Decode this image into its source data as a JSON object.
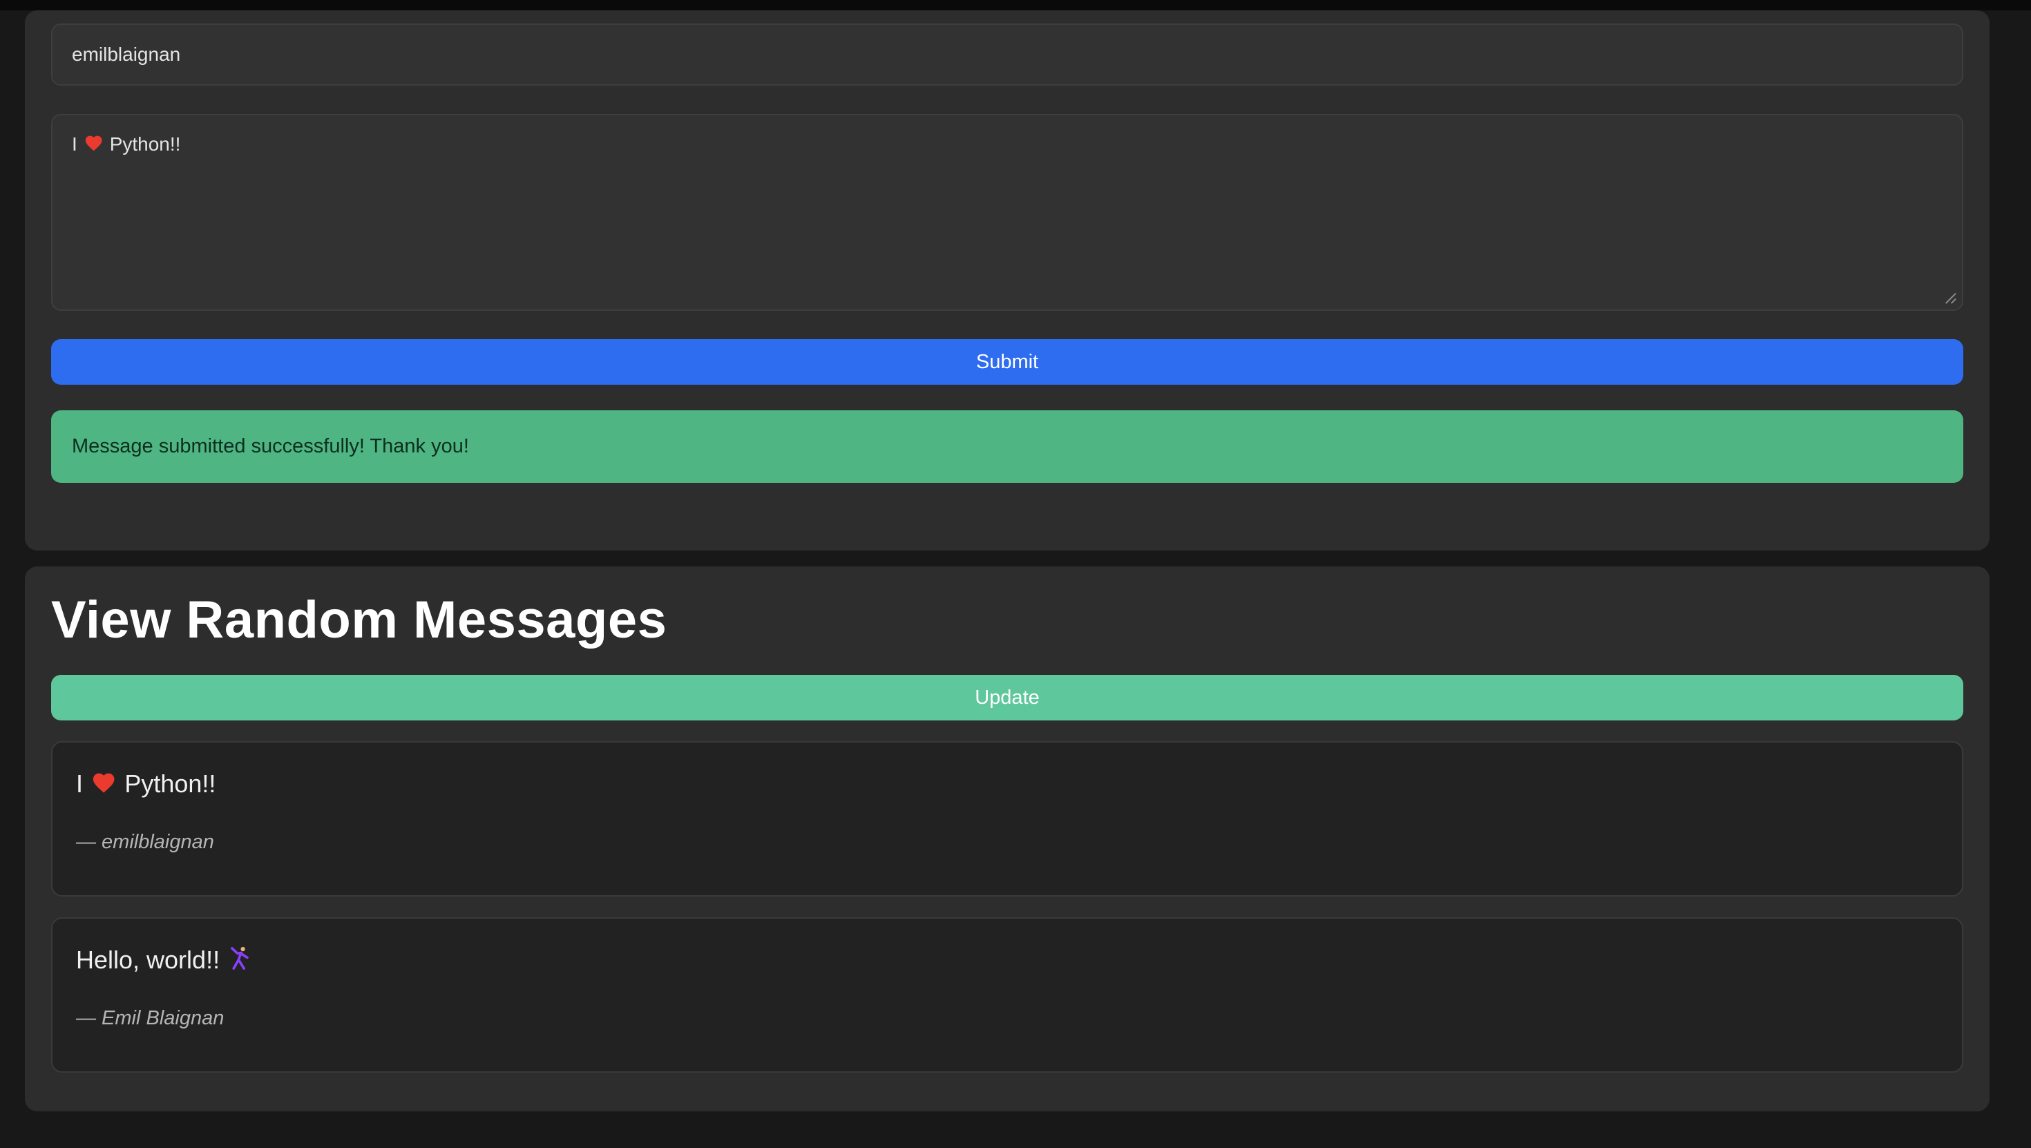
{
  "form": {
    "name_input": {
      "value": "emilblaignan"
    },
    "message_input": {
      "text_before": "I ",
      "heart_emoji": "❤️",
      "text_after": " Python!!"
    },
    "submit_button_label": "Submit",
    "success_alert": "Message submitted successfully! Thank you!"
  },
  "messages_section": {
    "title": "View Random Messages",
    "update_button_label": "Update",
    "messages": [
      {
        "text_before": "I ",
        "heart_emoji": "❤️",
        "text_after": " Python!!",
        "author": "— emilblaignan"
      },
      {
        "text_before": "Hello, world!! ",
        "dancer_emoji": "🕺",
        "text_after": "",
        "author": "— Emil Blaignan"
      }
    ]
  },
  "colors": {
    "page_background": "#181818",
    "panel_background": "#2d2d2d",
    "submit_blue": "#2e6cf0",
    "success_green": "#4fb583",
    "update_green": "#5ec79b",
    "heart_red": "#ea3b2e",
    "dancer_purple": "#8a3ffc"
  }
}
